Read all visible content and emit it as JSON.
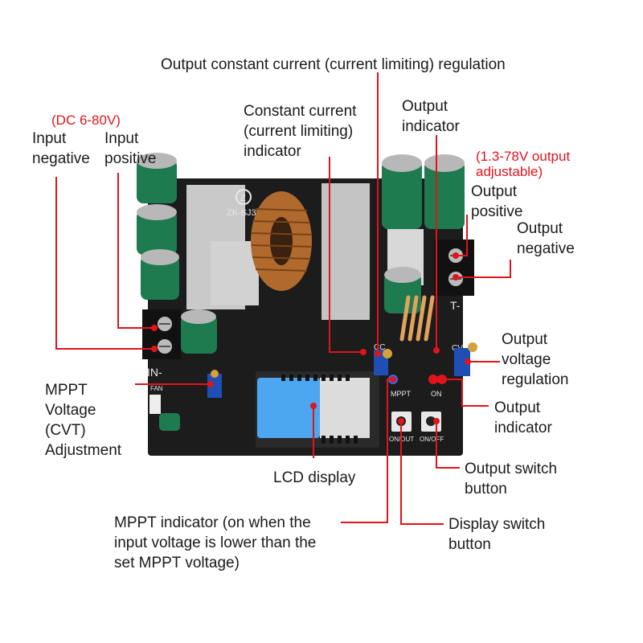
{
  "labels": {
    "cc_regulation": "Output constant current (current limiting) regulation",
    "cc_indicator": "Constant current\n(current limiting)\nindicator",
    "output_indicator_top": "Output\nindicator",
    "input_range": "(DC 6-80V)",
    "input_negative": "Input\nnegative",
    "input_positive": "Input\npositive",
    "output_range": "(1.3-78V output\nadjustable)",
    "output_positive": "Output\npositive",
    "output_negative": "Output\nnegative",
    "output_voltage_regulation": "Output\nvoltage\nregulation",
    "output_indicator_bottom": "Output\nindicator",
    "mppt_adjustment": "MPPT\nVoltage\n(CVT)\nAdjustment",
    "lcd_display": "LCD display",
    "output_switch_button": "Output switch\nbutton",
    "mppt_indicator": "MPPT indicator (on when the\ninput voltage is lower than the\nset MPPT voltage)",
    "display_switch_button": "Display switch\nbutton"
  },
  "board": {
    "model": "ZK-SJ30",
    "logo": "Z",
    "silk_in": "IN-",
    "silk_out": "T-",
    "silk_mppt": "MPPT",
    "silk_on": "ON",
    "silk_onout": "ON/OUT",
    "silk_onoff": "ON/OFF",
    "silk_cc": "CC",
    "silk_cv": "CV",
    "silk_fan": "FAN"
  },
  "colors": {
    "leader": "#e0141b",
    "pcb": "#1c1c1c",
    "lcd": "#4da6f0"
  }
}
